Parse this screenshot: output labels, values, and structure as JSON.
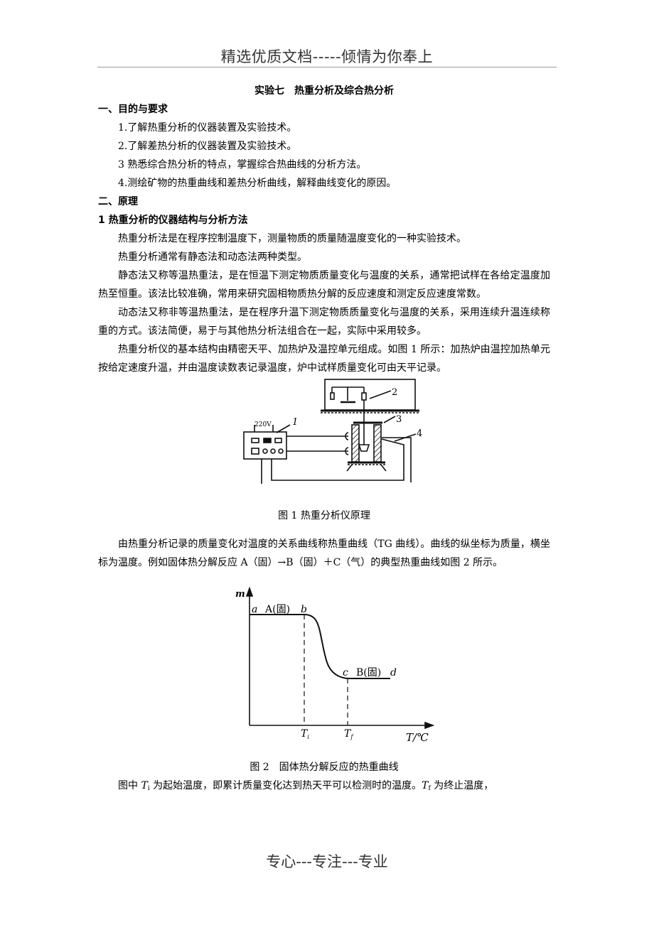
{
  "page_header": "精选优质文档-----倾情为你奉上",
  "page_footer": "专心---专注---专业",
  "title": "实验七　热重分析及综合热分析",
  "section1": {
    "heading": "一、目的与要求",
    "items": [
      "1.了解热重分析的仪器装置及实验技术。",
      "2.了解差热分析的仪器装置及实验技术。",
      "3 熟悉综合热分析的特点，掌握综合热曲线的分析方法。",
      "4.测绘矿物的热重曲线和差热分析曲线，解释曲线变化的原因。"
    ]
  },
  "section2": {
    "heading": "二、原理",
    "subheading": "1 热重分析的仪器结构与分析方法",
    "paragraphs": [
      "热重分析法是在程序控制温度下，测量物质的质量随温度变化的一种实验技术。",
      "热重分析通常有静态法和动态法两种类型。",
      "静态法又称等温热重法，是在恒温下测定物质质量变化与温度的关系，通常把试样在各给定温度加热至恒重。该法比较准确，常用来研究固相物质热分解的反应速度和测定反应速度常数。",
      "动态法又称非等温热重法，是在程序升温下测定物质质量变化与温度的关系，采用连续升温连续称重的方式。该法简便，易于与其他热分析法组合在一起，实际中采用较多。",
      "热重分析仪的基本结构由精密天平、加热炉及温控单元组成。如图 1 所示：加热炉由温控加热单元按给定速度升温，并由温度读数表记录温度，炉中试样质量变化可由天平记录。"
    ],
    "after_fig1": "由热重分析记录的质量变化对温度的关系曲线称热重曲线（TG 曲线）。曲线的纵坐标为质量，横坐标为温度。例如固体热分解反应 A（固）→B（固）＋C（气）的典型热重曲线如图 2 所示。",
    "after_fig2_prefix": "图中 ",
    "after_fig2_ti": "T",
    "after_fig2_ti_sub": "i",
    "after_fig2_mid": " 为起始温度，即累计质量变化达到热天平可以检测时的温度。",
    "after_fig2_tf": "T",
    "after_fig2_tf_sub": "f",
    "after_fig2_end": " 为终止温度，"
  },
  "figure1": {
    "caption": "图 1  热重分析仪原理",
    "voltage_label": "220V",
    "labels": [
      "1",
      "2",
      "3",
      "4"
    ]
  },
  "figure2": {
    "caption": "图 2　固体热分解反应的热重曲线",
    "y_axis_label": "m",
    "x_axis_label": "T/℃",
    "point_a": "a",
    "point_b": "b",
    "point_c": "c",
    "point_d": "d",
    "phase_A": "A(固)",
    "phase_B": "B(固)",
    "tick_ti": "T",
    "tick_ti_sub": "i",
    "tick_tf": "T",
    "tick_tf_sub": "f"
  },
  "chart_data": {
    "type": "line",
    "title": "固体热分解反应的热重曲线",
    "xlabel": "T/℃",
    "ylabel": "m",
    "x_ticks": [
      "Ti",
      "Tf"
    ],
    "series": [
      {
        "name": "TG curve",
        "points": [
          {
            "label": "a",
            "x": 0.0,
            "y": 1.0
          },
          {
            "label": "b",
            "x": 0.32,
            "y": 1.0
          },
          {
            "label": "c",
            "x": 0.58,
            "y": 0.43
          },
          {
            "label": "d",
            "x": 0.82,
            "y": 0.43
          }
        ]
      }
    ],
    "annotations": [
      "A(固)",
      "B(固)",
      "a",
      "b",
      "c",
      "d"
    ],
    "grid": false
  }
}
